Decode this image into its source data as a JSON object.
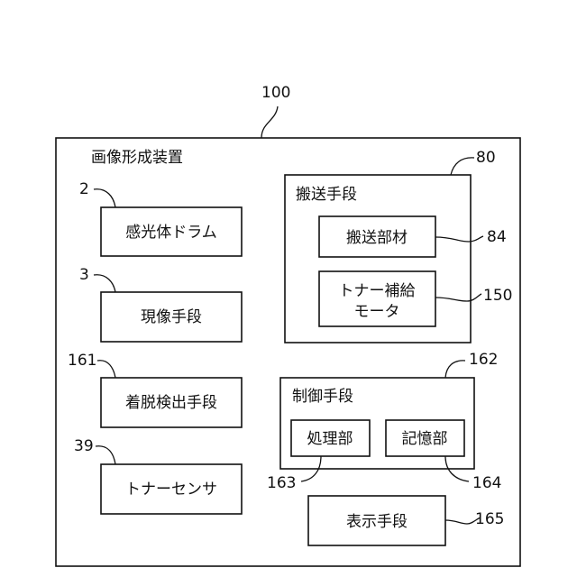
{
  "diagram": {
    "outer": {
      "ref": "100",
      "title": "画像形成装置"
    },
    "blocks": {
      "drum": {
        "ref": "2",
        "label": "感光体ドラム"
      },
      "developer": {
        "ref": "3",
        "label": "現像手段"
      },
      "detach": {
        "ref": "161",
        "label": "着脱検出手段"
      },
      "toner_sensor": {
        "ref": "39",
        "label": "トナーセンサ"
      },
      "conveyance": {
        "ref": "80",
        "label": "搬送手段"
      },
      "conveyance_member": {
        "ref": "84",
        "label": "搬送部材"
      },
      "toner_motor": {
        "ref": "150",
        "label_line1": "トナー補給",
        "label_line2": "モータ"
      },
      "control": {
        "ref": "162",
        "label": "制御手段"
      },
      "processing": {
        "ref": "163",
        "label": "処理部"
      },
      "memory": {
        "ref": "164",
        "label": "記憶部"
      },
      "display": {
        "ref": "165",
        "label": "表示手段"
      }
    }
  }
}
